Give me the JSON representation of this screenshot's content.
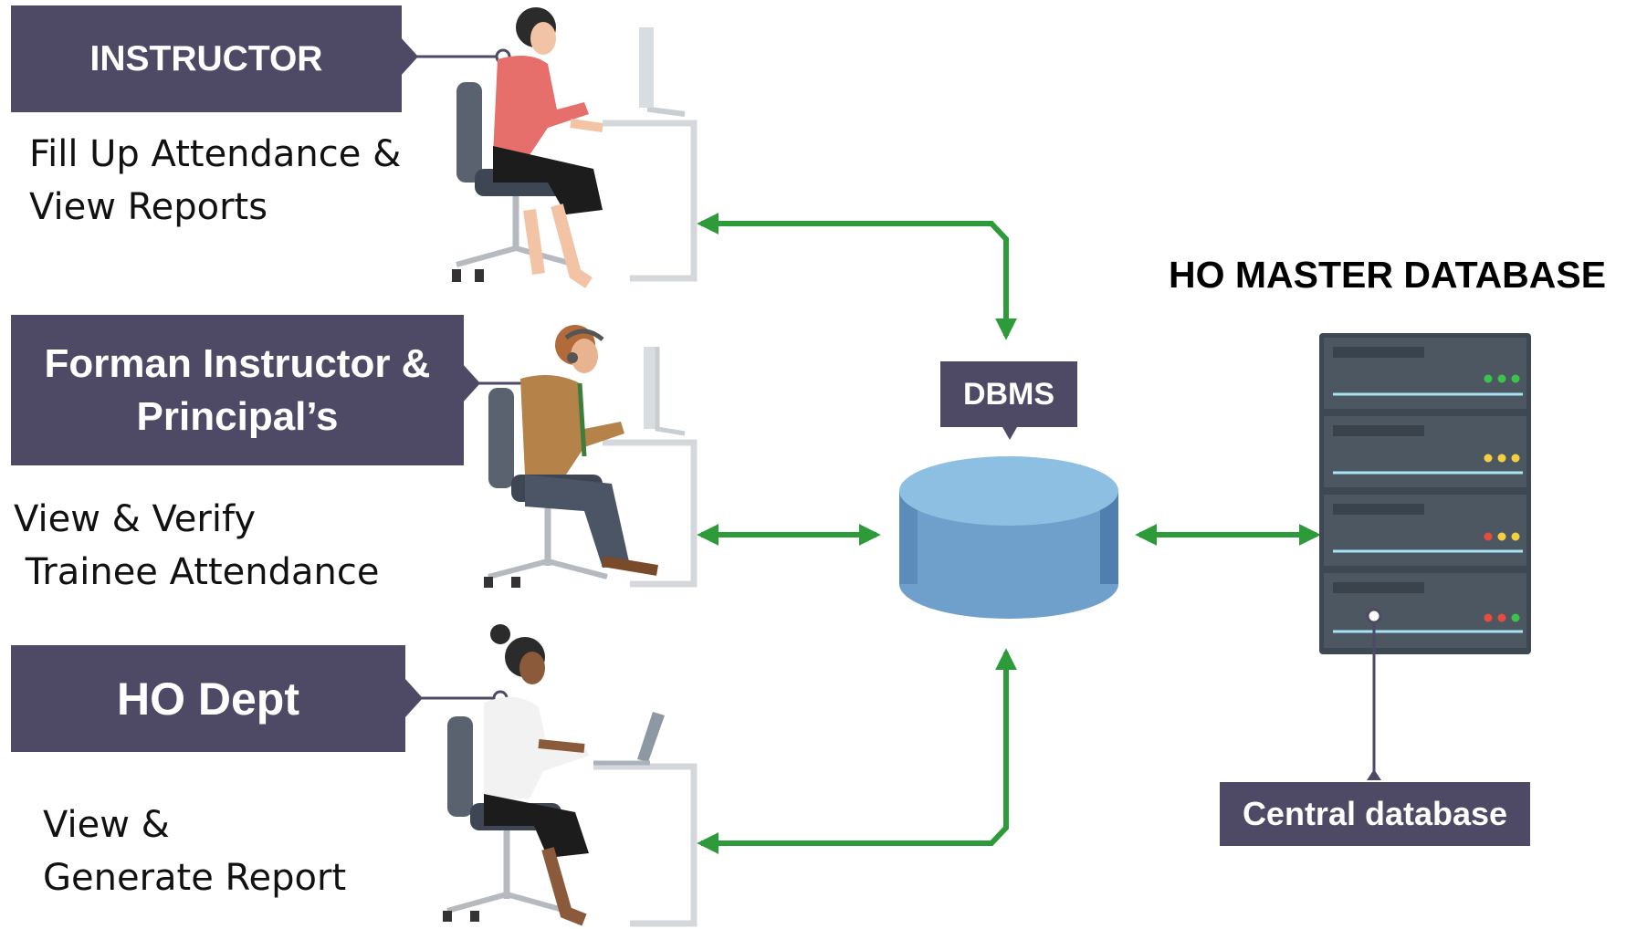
{
  "roles": [
    {
      "label_lines": [
        "INSTRUCTOR"
      ],
      "description_lines": [
        "Fill Up Attendance &",
        "View Reports"
      ]
    },
    {
      "label_lines": [
        "Forman Instructor &",
        "Principal’s"
      ],
      "description_lines": [
        "View & Verify",
        " Trainee Attendance"
      ]
    },
    {
      "label_lines": [
        "HO Dept"
      ],
      "description_lines": [
        "View &",
        "Generate Report"
      ]
    }
  ],
  "dbms": {
    "label": "DBMS"
  },
  "master": {
    "title": "HO MASTER DATABASE",
    "server_label": "Central database"
  },
  "colors": {
    "label_bg": "#4e4a66",
    "arrow": "#2e9b3a",
    "cylinder": "#7fb0d6",
    "server": "#4a5560"
  },
  "icons": [
    "person-at-desk-icon",
    "person-with-headset-icon",
    "person-with-laptop-icon",
    "database-cylinder-icon",
    "server-rack-icon"
  ]
}
